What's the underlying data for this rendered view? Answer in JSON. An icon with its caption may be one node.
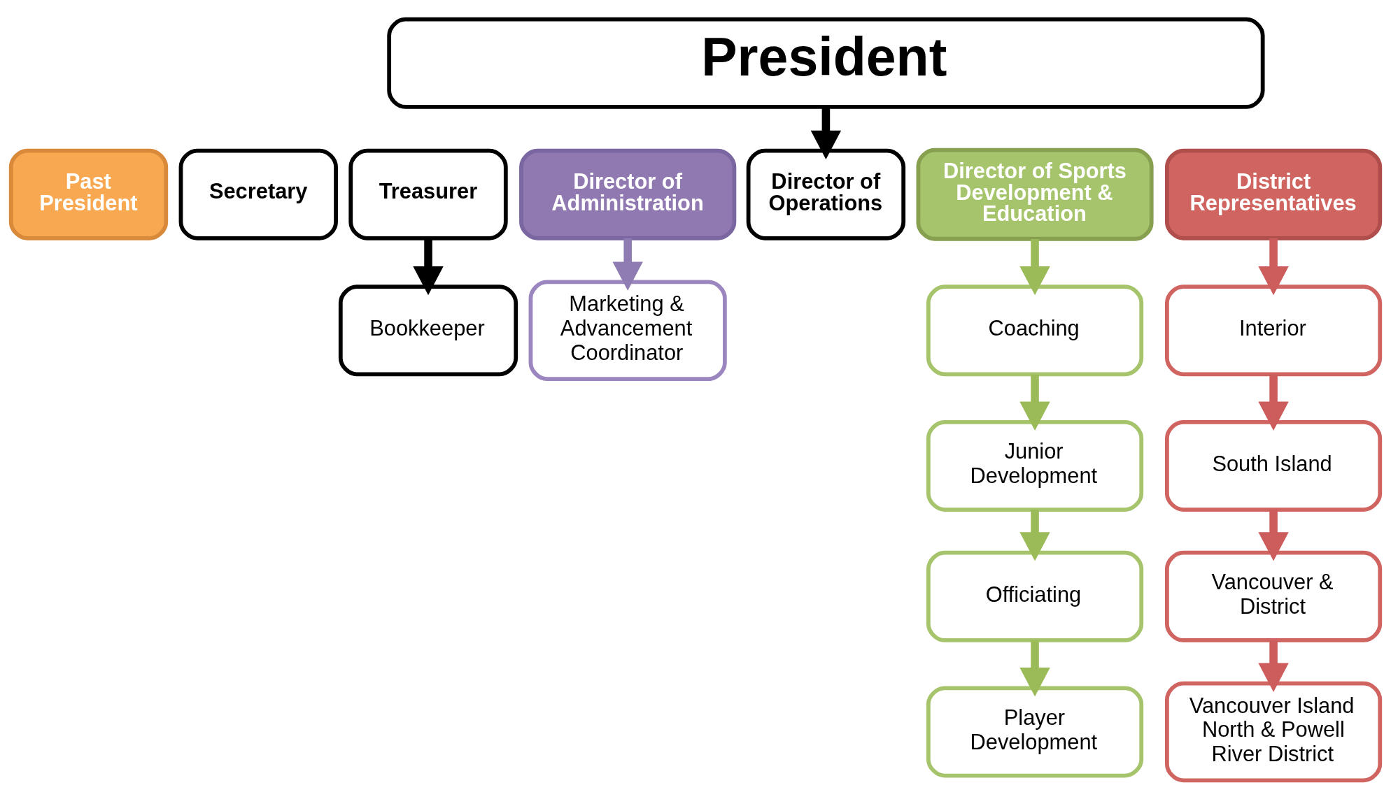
{
  "diagram": {
    "nodes": [
      {
        "text": [
          "President"
        ]
      },
      {
        "text": [
          "Past President"
        ]
      },
      {
        "text": [
          "Secretary"
        ]
      },
      {
        "text": [
          "Treasurer"
        ]
      },
      {
        "text": [
          "Director of Administration"
        ]
      },
      {
        "text": [
          "Director of Operations"
        ]
      },
      {
        "text": [
          "Director of Sports Development & Education"
        ]
      },
      {
        "text": [
          "District Representatives"
        ]
      },
      {
        "text": [
          "Bookkeeper"
        ]
      },
      {
        "text": [
          "Marketing & Advancement Coordinator"
        ]
      },
      {
        "text": [
          "Coaching"
        ]
      },
      {
        "text": [
          "Junior Development"
        ]
      },
      {
        "text": [
          "Officiating"
        ]
      },
      {
        "text": [
          "Player Development"
        ]
      },
      {
        "text": [
          "Interior"
        ]
      },
      {
        "text": [
          "South Island"
        ]
      },
      {
        "text": [
          "Vancouver & District"
        ]
      },
      {
        "text": [
          "Vancouver Island North & Powell River District"
        ]
      }
    ],
    "edges": [
      {
        "from": 0,
        "to": 5,
        "arrow": "to",
        "color": "#000000"
      },
      {
        "from": 3,
        "to": 8,
        "arrow": "to",
        "color": "#000000"
      },
      {
        "from": 4,
        "to": 9,
        "arrow": "to",
        "color": "#8e7cb3"
      },
      {
        "from": 6,
        "to": 10,
        "arrow": "to",
        "color": "#9bbb59"
      },
      {
        "from": 10,
        "to": 11,
        "arrow": "to",
        "color": "#9bbb59"
      },
      {
        "from": 11,
        "to": 12,
        "arrow": "to",
        "color": "#9bbb59"
      },
      {
        "from": 12,
        "to": 13,
        "arrow": "to",
        "color": "#9bbb59"
      },
      {
        "from": 7,
        "to": 14,
        "arrow": "to",
        "color": "#cd5c5c"
      },
      {
        "from": 14,
        "to": 15,
        "arrow": "to",
        "color": "#cd5c5c"
      },
      {
        "from": 15,
        "to": 16,
        "arrow": "to",
        "color": "#cd5c5c"
      },
      {
        "from": 16,
        "to": 17,
        "arrow": "to",
        "color": "#cd5c5c"
      }
    ]
  }
}
